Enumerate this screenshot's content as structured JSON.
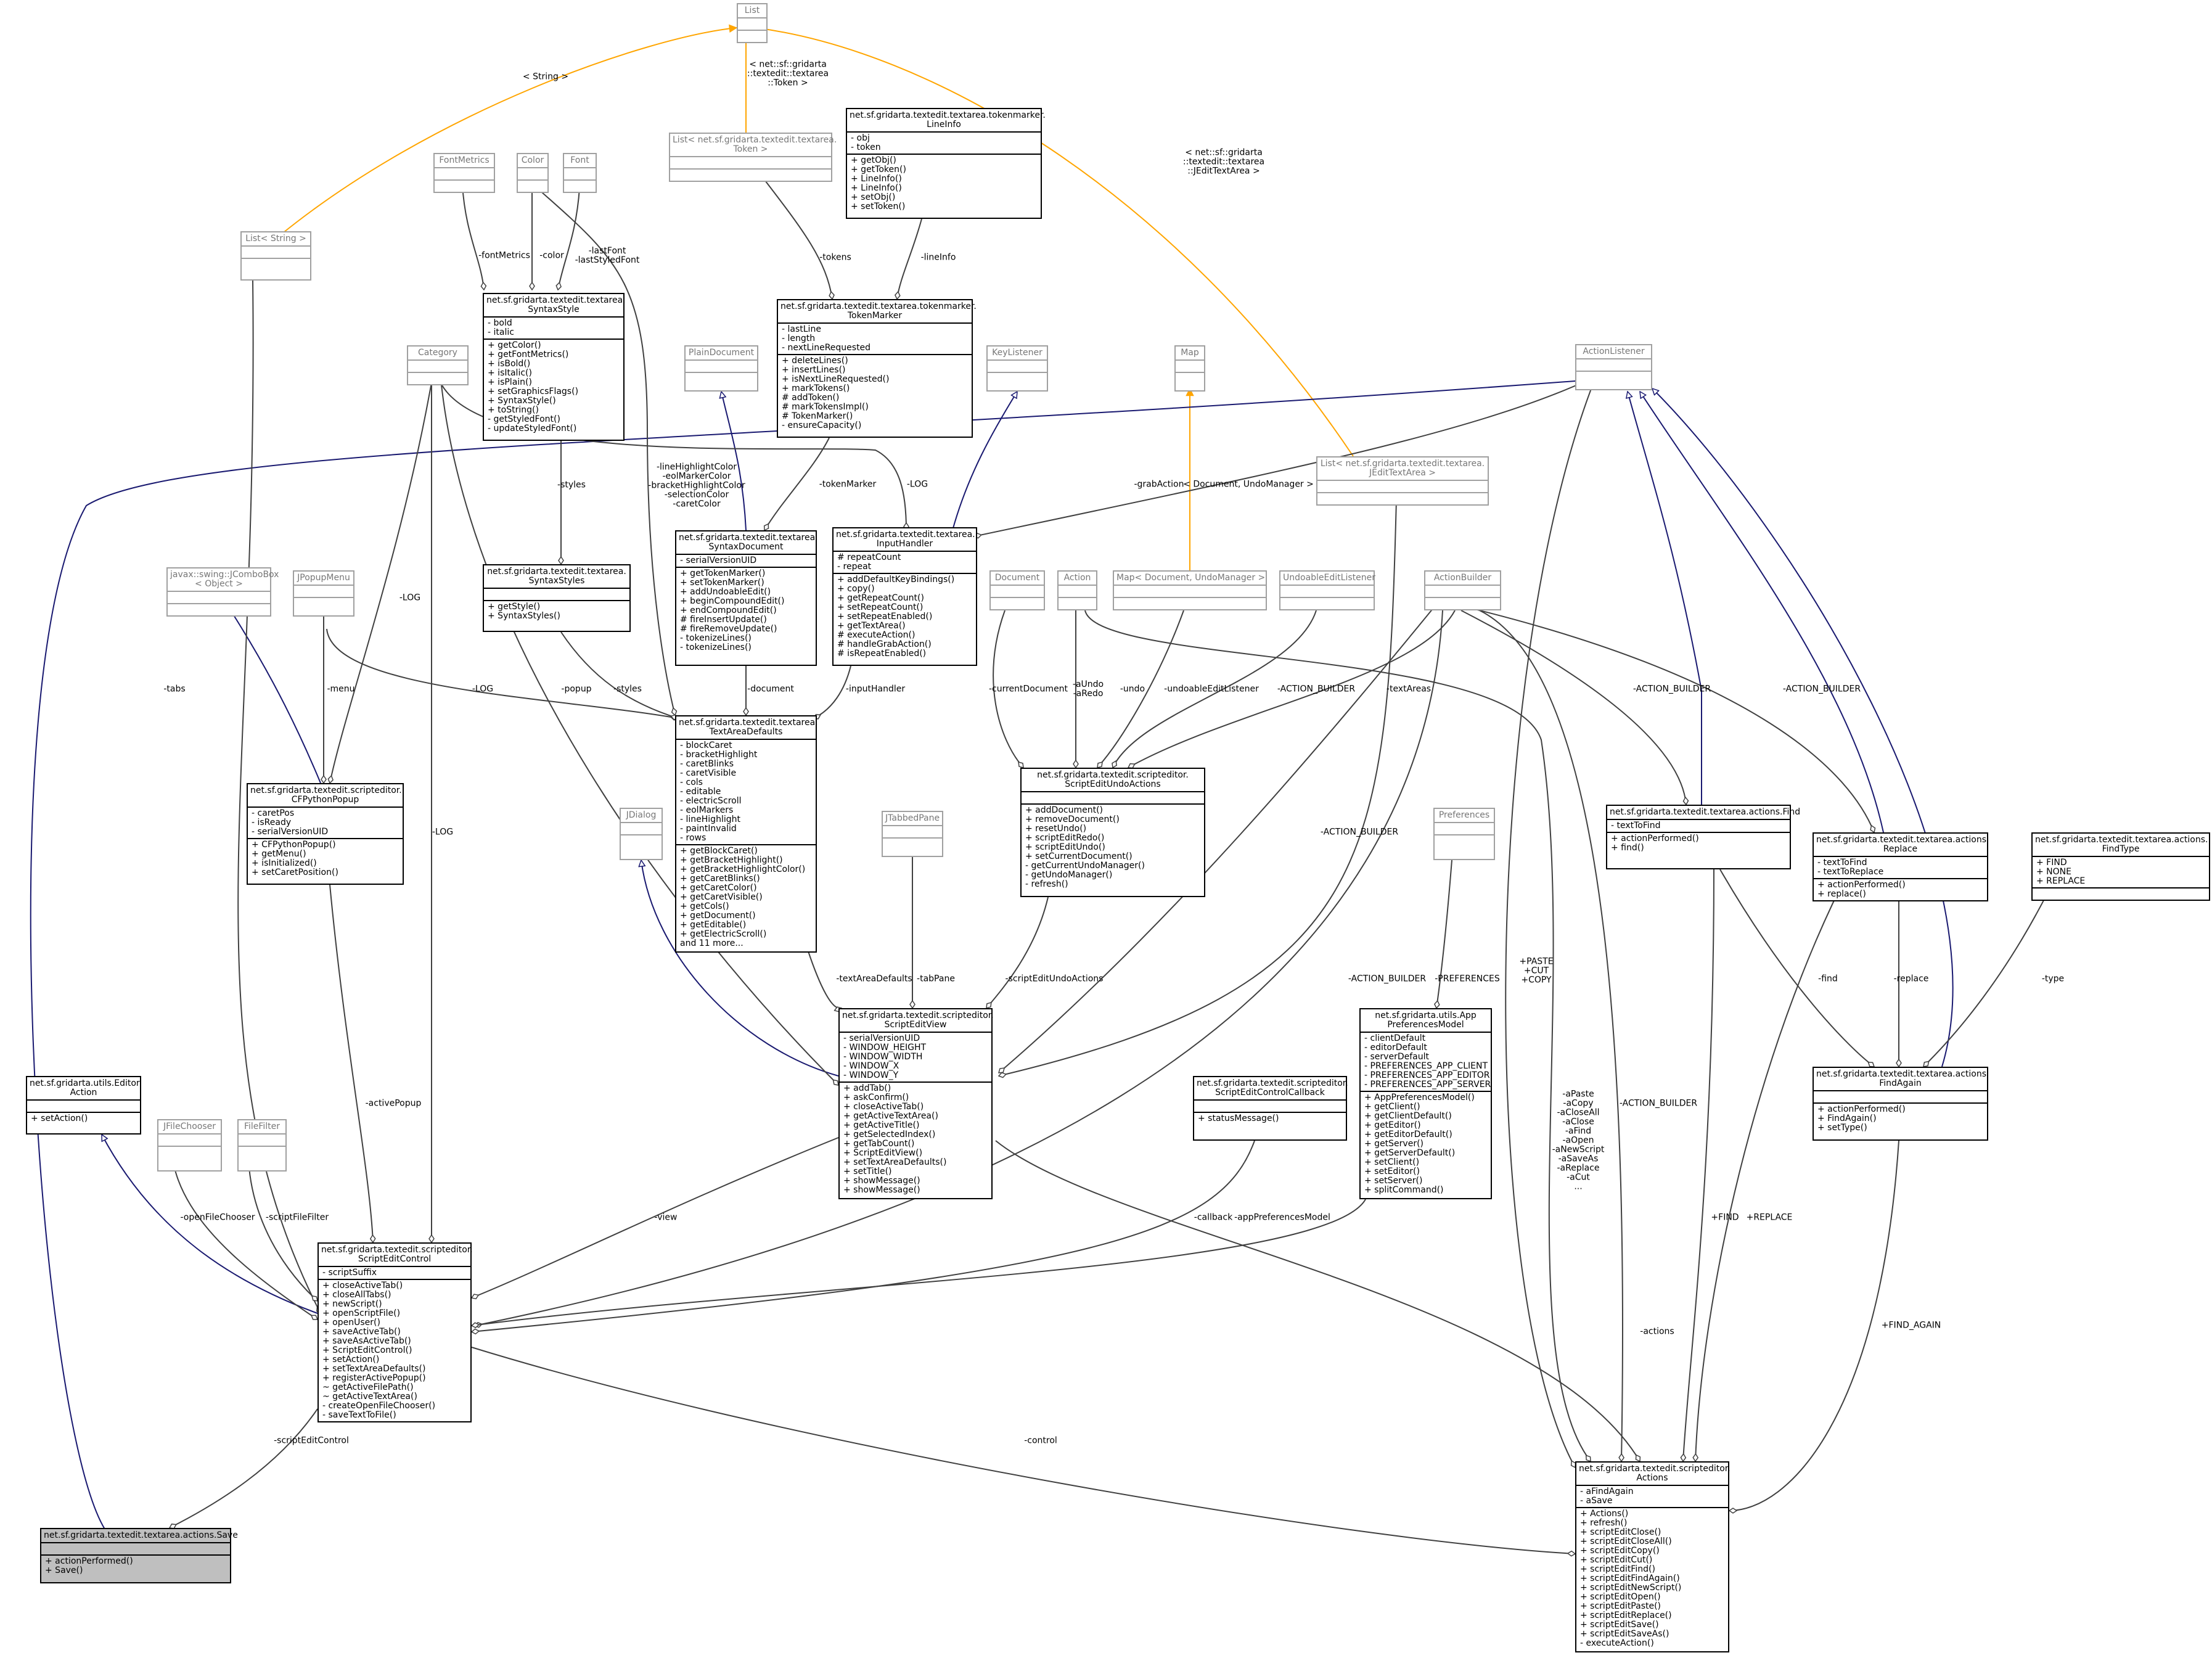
{
  "classes": {
    "List": {
      "name": "List",
      "attrs": [],
      "methods": []
    },
    "ListToken": {
      "name": "List< net.sf.gridarta.textedit.textarea.\nToken >",
      "attrs": [],
      "methods": []
    },
    "LineInfo": {
      "name": "net.sf.gridarta.textedit.textarea.tokenmarker.\nLineInfo",
      "attrs": [
        "- obj",
        "- token"
      ],
      "methods": [
        "+ getObj()",
        "+ getToken()",
        "+ LineInfo()",
        "+ LineInfo()",
        "+ setObj()",
        "+ setToken()"
      ]
    },
    "FontMetrics": {
      "name": "FontMetrics",
      "attrs": [],
      "methods": []
    },
    "Color": {
      "name": "Color",
      "attrs": [],
      "methods": []
    },
    "Font": {
      "name": "Font",
      "attrs": [],
      "methods": []
    },
    "ListString": {
      "name": "List< String >",
      "attrs": [],
      "methods": []
    },
    "SyntaxStyle": {
      "name": "net.sf.gridarta.textedit.textarea.\nSyntaxStyle",
      "attrs": [
        "- bold",
        "- italic"
      ],
      "methods": [
        "+ getColor()",
        "+ getFontMetrics()",
        "+ isBold()",
        "+ isItalic()",
        "+ isPlain()",
        "+ setGraphicsFlags()",
        "+ SyntaxStyle()",
        "+ toString()",
        "- getStyledFont()",
        "- updateStyledFont()"
      ]
    },
    "TokenMarker": {
      "name": "net.sf.gridarta.textedit.textarea.tokenmarker.\nTokenMarker",
      "attrs": [
        "- lastLine",
        "- length",
        "- nextLineRequested"
      ],
      "methods": [
        "+ deleteLines()",
        "+ insertLines()",
        "+ isNextLineRequested()",
        "+ markTokens()",
        "# addToken()",
        "# markTokensImpl()",
        "# TokenMarker()",
        "- ensureCapacity()"
      ]
    },
    "Category": {
      "name": "Category",
      "attrs": [],
      "methods": []
    },
    "PlainDocument": {
      "name": "PlainDocument",
      "attrs": [],
      "methods": []
    },
    "KeyListener": {
      "name": "KeyListener",
      "attrs": [],
      "methods": []
    },
    "Map": {
      "name": "Map",
      "attrs": [],
      "methods": []
    },
    "ActionListener": {
      "name": "ActionListener",
      "attrs": [],
      "methods": []
    },
    "ListJEditTextArea": {
      "name": "List< net.sf.gridarta.textedit.textarea.\nJEditTextArea >",
      "attrs": [],
      "methods": []
    },
    "SyntaxStyles": {
      "name": "net.sf.gridarta.textedit.textarea.\nSyntaxStyles",
      "attrs": [],
      "methods": [
        "+ getStyle()",
        "+ SyntaxStyles()"
      ]
    },
    "SyntaxDocument": {
      "name": "net.sf.gridarta.textedit.textarea.\nSyntaxDocument",
      "attrs": [
        "- serialVersionUID"
      ],
      "methods": [
        "+ getTokenMarker()",
        "+ setTokenMarker()",
        "+ addUndoableEdit()",
        "+ beginCompoundEdit()",
        "+ endCompoundEdit()",
        "# fireInsertUpdate()",
        "# fireRemoveUpdate()",
        "- tokenizeLines()",
        "- tokenizeLines()"
      ]
    },
    "InputHandler": {
      "name": "net.sf.gridarta.textedit.textarea.\nInputHandler",
      "attrs": [
        "# repeatCount",
        "- repeat"
      ],
      "methods": [
        "+ addDefaultKeyBindings()",
        "+ copy()",
        "+ getRepeatCount()",
        "+ setRepeatCount()",
        "+ setRepeatEnabled()",
        "+ getTextArea()",
        "# executeAction()",
        "# handleGrabAction()",
        "# isRepeatEnabled()"
      ]
    },
    "JComboBox": {
      "name": "javax::swing::JComboBox\n< Object >",
      "attrs": [],
      "methods": []
    },
    "JPopupMenu": {
      "name": "JPopupMenu",
      "attrs": [],
      "methods": []
    },
    "Document": {
      "name": "Document",
      "attrs": [],
      "methods": []
    },
    "Action": {
      "name": "Action",
      "attrs": [],
      "methods": []
    },
    "MapDocUndo": {
      "name": "Map< Document, UndoManager >",
      "attrs": [],
      "methods": []
    },
    "UndoableEditListener": {
      "name": "UndoableEditListener",
      "attrs": [],
      "methods": []
    },
    "ActionBuilder": {
      "name": "ActionBuilder",
      "attrs": [],
      "methods": []
    },
    "TextAreaDefaults": {
      "name": "net.sf.gridarta.textedit.textarea.\nTextAreaDefaults",
      "attrs": [
        "- blockCaret",
        "- bracketHighlight",
        "- caretBlinks",
        "- caretVisible",
        "- cols",
        "- editable",
        "- electricScroll",
        "- eolMarkers",
        "- lineHighlight",
        "- paintInvalid",
        "- rows"
      ],
      "methods": [
        "+ getBlockCaret()",
        "+ getBracketHighlight()",
        "+ getBracketHighlightColor()",
        "+ getCaretBlinks()",
        "+ getCaretColor()",
        "+ getCaretVisible()",
        "+ getCols()",
        "+ getDocument()",
        "+ getEditable()",
        "+ getElectricScroll()",
        "and 11 more..."
      ]
    },
    "CFPythonPopup": {
      "name": "net.sf.gridarta.textedit.scripteditor.\nCFPythonPopup",
      "attrs": [
        "- caretPos",
        "- isReady",
        "- serialVersionUID"
      ],
      "methods": [
        "+ CFPythonPopup()",
        "+ getMenu()",
        "+ isInitialized()",
        "+ setCaretPosition()"
      ]
    },
    "ScriptEditUndoActions": {
      "name": "net.sf.gridarta.textedit.scripteditor.\nScriptEditUndoActions",
      "attrs": [],
      "methods": [
        "+ addDocument()",
        "+ removeDocument()",
        "+ resetUndo()",
        "+ scriptEditRedo()",
        "+ scriptEditUndo()",
        "+ setCurrentDocument()",
        "- getCurrentUndoManager()",
        "- getUndoManager()",
        "- refresh()"
      ]
    },
    "Find": {
      "name": "net.sf.gridarta.textedit.textarea.actions.Find",
      "attrs": [
        "- textToFind"
      ],
      "methods": [
        "+ actionPerformed()",
        "+ find()"
      ]
    },
    "Replace": {
      "name": "net.sf.gridarta.textedit.textarea.actions.\nReplace",
      "attrs": [
        "- textToFind",
        "- textToReplace"
      ],
      "methods": [
        "+ actionPerformed()",
        "+ replace()"
      ]
    },
    "FindType": {
      "name": "net.sf.gridarta.textedit.textarea.actions.\nFindType",
      "attrs": [
        "+ FIND",
        "+ NONE",
        "+ REPLACE"
      ],
      "methods": []
    },
    "JDialog": {
      "name": "JDialog",
      "attrs": [],
      "methods": []
    },
    "JTabbedPane": {
      "name": "JTabbedPane",
      "attrs": [],
      "methods": []
    },
    "Preferences": {
      "name": "Preferences",
      "attrs": [],
      "methods": []
    },
    "ScriptEditView": {
      "name": "net.sf.gridarta.textedit.scripteditor.\nScriptEditView",
      "attrs": [
        "- serialVersionUID",
        "- WINDOW_HEIGHT",
        "- WINDOW_WIDTH",
        "- WINDOW_X",
        "- WINDOW_Y"
      ],
      "methods": [
        "+ addTab()",
        "+ askConfirm()",
        "+ closeActiveTab()",
        "+ getActiveTextArea()",
        "+ getActiveTitle()",
        "+ getSelectedIndex()",
        "+ getTabCount()",
        "+ ScriptEditView()",
        "+ setTextAreaDefaults()",
        "+ setTitle()",
        "+ showMessage()",
        "+ showMessage()"
      ]
    },
    "AppPreferencesModel": {
      "name": "net.sf.gridarta.utils.App\nPreferencesModel",
      "attrs": [
        "- clientDefault",
        "- editorDefault",
        "- serverDefault",
        "- PREFERENCES_APP_CLIENT",
        "- PREFERENCES_APP_EDITOR",
        "- PREFERENCES_APP_SERVER"
      ],
      "methods": [
        "+ AppPreferencesModel()",
        "+ getClient()",
        "+ getClientDefault()",
        "+ getEditor()",
        "+ getEditorDefault()",
        "+ getServer()",
        "+ getServerDefault()",
        "+ setClient()",
        "+ setEditor()",
        "+ setServer()",
        "+ splitCommand()"
      ]
    },
    "ControlCallback": {
      "name": "net.sf.gridarta.textedit.scripteditor.\nScriptEditControlCallback",
      "attrs": [],
      "methods": [
        "+ statusMessage()"
      ]
    },
    "FindAgain": {
      "name": "net.sf.gridarta.textedit.textarea.actions.\nFindAgain",
      "attrs": [],
      "methods": [
        "+ actionPerformed()",
        "+ FindAgain()",
        "+ setType()"
      ]
    },
    "EditorAction": {
      "name": "net.sf.gridarta.utils.Editor\nAction",
      "attrs": [],
      "methods": [
        "+ setAction()"
      ]
    },
    "JFileChooser": {
      "name": "JFileChooser",
      "attrs": [],
      "methods": []
    },
    "FileFilter": {
      "name": "FileFilter",
      "attrs": [],
      "methods": []
    },
    "ScriptEditControl": {
      "name": "net.sf.gridarta.textedit.scripteditor.\nScriptEditControl",
      "attrs": [
        "- scriptSuffix"
      ],
      "methods": [
        "+ closeActiveTab()",
        "+ closeAllTabs()",
        "+ newScript()",
        "+ openScriptFile()",
        "+ openUser()",
        "+ saveActiveTab()",
        "+ saveAsActiveTab()",
        "+ ScriptEditControl()",
        "+ setAction()",
        "+ setTextAreaDefaults()",
        "+ registerActivePopup()",
        "~ getActiveFilePath()",
        "~ getActiveTextArea()",
        "- createOpenFileChooser()",
        "- saveTextToFile()"
      ]
    },
    "Actions": {
      "name": "net.sf.gridarta.textedit.scripteditor.\nActions",
      "attrs": [
        "- aFindAgain",
        "- aSave"
      ],
      "methods": [
        "+ Actions()",
        "+ refresh()",
        "+ scriptEditClose()",
        "+ scriptEditCloseAll()",
        "+ scriptEditCopy()",
        "+ scriptEditCut()",
        "+ scriptEditFind()",
        "+ scriptEditFindAgain()",
        "+ scriptEditNewScript()",
        "+ scriptEditOpen()",
        "+ scriptEditPaste()",
        "+ scriptEditReplace()",
        "+ scriptEditSave()",
        "+ scriptEditSaveAs()",
        "- executeAction()"
      ]
    },
    "Save": {
      "name": "net.sf.gridarta.textedit.textarea.actions.Save",
      "attrs": [],
      "methods": [
        "+ actionPerformed()",
        "+ Save()"
      ]
    }
  },
  "labels": {
    "l_string": "< String >",
    "l_token": "< net::sf::gridarta\n::textedit::textarea\n::Token >",
    "l_jedit": "< net::sf::gridarta\n::textedit::textarea\n::JEditTextArea >",
    "l_fontmetrics": "-fontMetrics",
    "l_color": "-color",
    "l_font": "-lastFont\n-lastStyledFont",
    "l_tokens": "-tokens",
    "l_lineinfo": "-lineInfo",
    "l_styles1": "-styles",
    "l_colors": "-lineHighlightColor\n-eolMarkerColor\n-bracketHighlightColor\n-selectionColor\n-caretColor",
    "l_tokenmarker": "-tokenMarker",
    "l_log1": "-LOG",
    "l_grab": "-grabAction",
    "l_mapdoc": "< Document, UndoManager >",
    "l_log2": "-LOG",
    "l_menu": "-menu",
    "l_log3": "-LOG",
    "l_popup": "-popup",
    "l_styles2": "-styles",
    "l_document": "-document",
    "l_inputhandler": "-inputHandler",
    "l_curdoc": "-currentDocument",
    "l_aundo": "-aUndo\n-aRedo",
    "l_undo": "-undo",
    "l_undolistener": "-undoableEditListener",
    "l_ab1": "-ACTION_BUILDER",
    "l_textareas": "-textAreas",
    "l_ab2": "-ACTION_BUILDER",
    "l_ab3": "-ACTION_BUILDER",
    "l_ab4": "-ACTION_BUILDER",
    "l_tabs": "-tabs",
    "l_log4": "-LOG",
    "l_tadefaults": "-textAreaDefaults",
    "l_tabpane": "-tabPane",
    "l_undoactions": "-scriptEditUndoActions",
    "l_ab5": "-ACTION_BUILDER",
    "l_prefs": "-PREFERENCES",
    "l_pastecut": "+PASTE\n+CUT\n+COPY",
    "l_afields": "-aPaste\n-aCopy\n-aCloseAll\n-aClose\n-aFind\n-aOpen\n-aNewScript\n-aSaveAs\n-aReplace\n-aCut\n...",
    "l_ab6": "-ACTION_BUILDER",
    "l_find": "-find",
    "l_replace": "-replace",
    "l_type": "-type",
    "l_activepopup": "-activePopup",
    "l_openfc": "-openFileChooser",
    "l_filefilter": "-scriptFileFilter",
    "l_view": "-view",
    "l_apprefs": "-appPreferencesModel",
    "l_callback": "-callback",
    "l_actions": "-actions",
    "l_FIND": "+FIND",
    "l_REPLACE": "+REPLACE",
    "l_FINDAGAIN": "+FIND_AGAIN",
    "l_control": "-control",
    "l_sec": "-scriptEditControl"
  },
  "colors": {
    "line": "#404040",
    "generalization": "#191970",
    "template": "#ffa500"
  }
}
